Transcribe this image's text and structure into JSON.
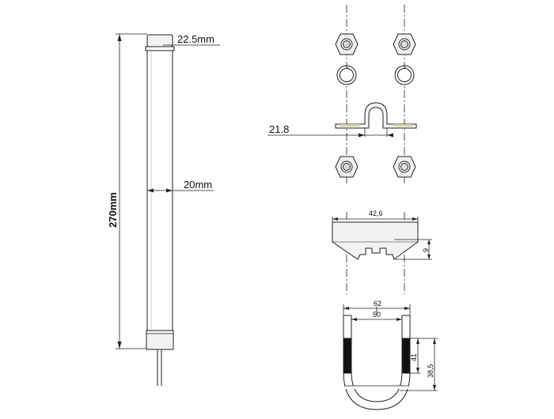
{
  "antenna": {
    "top_diameter": "22.5mm",
    "body_diameter": "20mm",
    "length": "270mm"
  },
  "bracket": {
    "clamp_width": "21.8",
    "plate_width": "42,6",
    "plate_height": "9"
  },
  "u_bolt": {
    "outer_width": "62",
    "inner_width": "50",
    "thread_length": "41",
    "leg_length": "38,5"
  },
  "colors": {
    "line": "#222222",
    "fill": "#ffffff",
    "metal": "#e6e6e6",
    "thread": "#111111",
    "weld": "#d8d0a0"
  }
}
